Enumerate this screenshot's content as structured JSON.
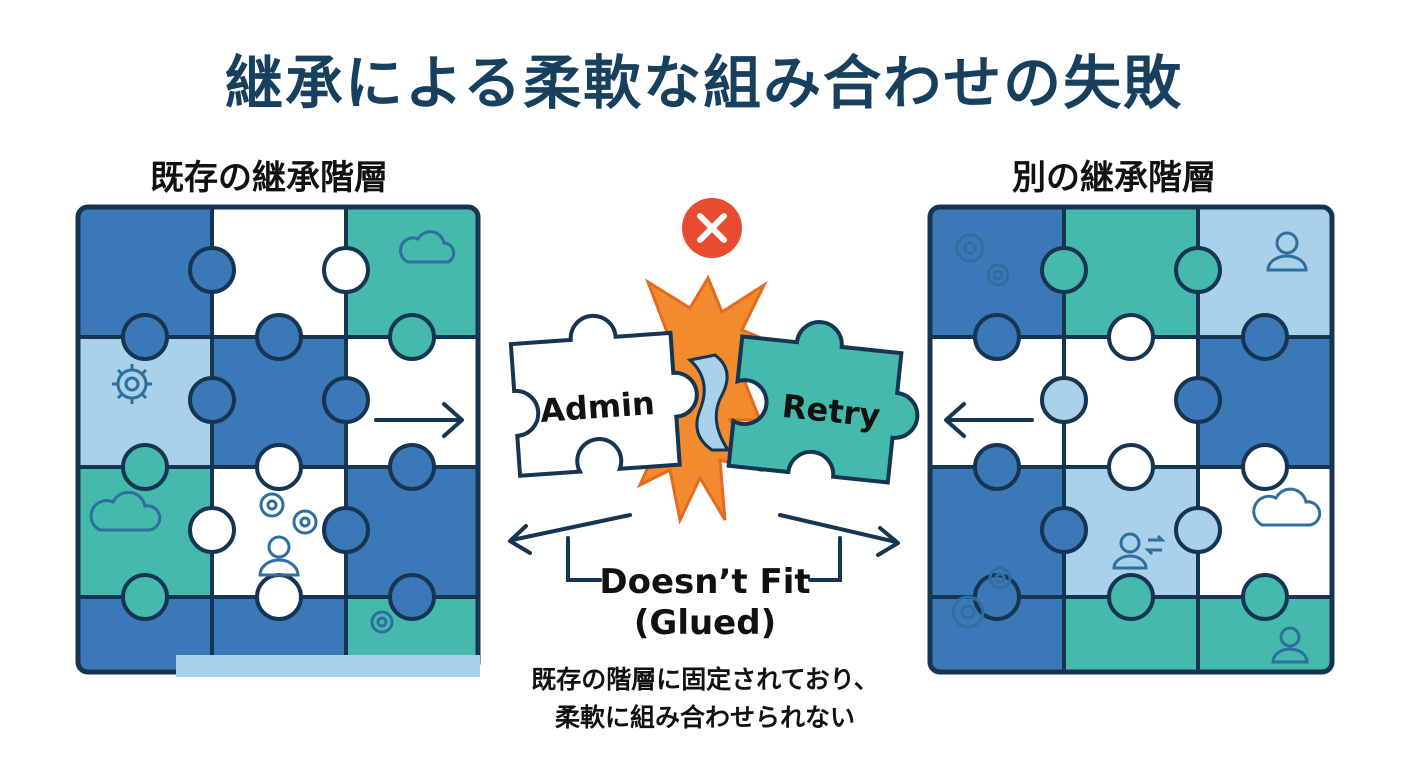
{
  "title": "継承による柔軟な組み合わせの失敗",
  "left_panel": {
    "label": "既存の継承階層"
  },
  "right_panel": {
    "label": "別の継承階層"
  },
  "center": {
    "piece_left": "Admin",
    "piece_right": "Retry",
    "status_line1": "Doesn’t Fit",
    "status_line2": "(Glued)",
    "note_line1": "既存の階層に固定されており、",
    "note_line2": "柔軟に組み合わせられない",
    "error_icon": "x-circle-icon"
  },
  "colors": {
    "dark_blue": "#3b78b8",
    "teal": "#46b9ad",
    "light_blue": "#a9d2ea",
    "white": "#ffffff",
    "outline": "#163552",
    "error_red": "#e84b2f",
    "clash_orange": "#f28a2e"
  }
}
